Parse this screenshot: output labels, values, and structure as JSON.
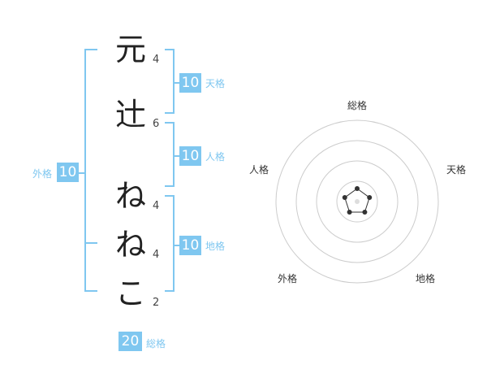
{
  "name": {
    "chars": [
      {
        "char": "元",
        "strokes": "4"
      },
      {
        "char": "辻",
        "strokes": "6"
      },
      {
        "char": "ね",
        "strokes": "4"
      },
      {
        "char": "ね",
        "strokes": "4"
      },
      {
        "char": "こ",
        "strokes": "2"
      }
    ]
  },
  "fortunes": {
    "tenkaku": {
      "value": "10",
      "label": "天格"
    },
    "jinkaku": {
      "value": "10",
      "label": "人格"
    },
    "chikaku": {
      "value": "10",
      "label": "地格"
    },
    "gaikaku": {
      "value": "10",
      "label": "外格"
    },
    "soukaku": {
      "value": "20",
      "label": "総格"
    }
  },
  "chart_data": {
    "type": "radar",
    "axes": [
      "総格",
      "天格",
      "地格",
      "外格",
      "人格"
    ],
    "values": [
      1,
      1,
      1,
      1,
      1
    ],
    "range": [
      0,
      5
    ],
    "rings": 4,
    "color": "#333333",
    "ring_color": "#cccccc",
    "center_color": "#dddddd"
  }
}
